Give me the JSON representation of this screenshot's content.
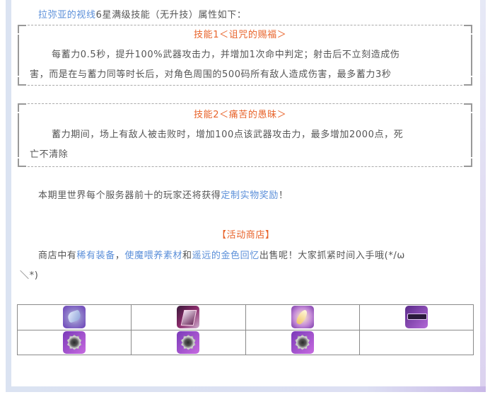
{
  "intro": {
    "character_link": "拉弥亚的视线",
    "text": "6星满级技能（无升技）属性如下："
  },
  "skill1": {
    "title": "技能1＜诅咒的赐福＞",
    "line1": "每蓄力0.5秒，提升100%武器攻击力，并增加1次命中判定；射击后不立刻造成伤",
    "line2": "害，而是在与蓄力同等时长后，对角色周围的500码所有敌人造成伤害，最多蓄力3秒"
  },
  "skill2": {
    "title": "技能2＜痛苦的愚昧＞",
    "line1": "蓄力期间，场上有敌人被击败时，增加100点该武器攻击力，最多增加2000点，死",
    "line2": "亡不清除"
  },
  "reward": {
    "text_before": "本期里世界每个服务器前十的玩家还将获得",
    "link": "定制实物奖励",
    "text_after": "！"
  },
  "shop": {
    "heading": "【活动商店】",
    "text_before": "商店中有",
    "link1": "稀有装备",
    "sep1": "，",
    "link2": "使魔喂养素材",
    "sep2": "和",
    "link3": "遥远的金色回忆",
    "text_after": "出售呢！大家抓紧时间入手哦(*/ω",
    "line2": "＼*)"
  },
  "items": {
    "row1": [
      "stone-crystal-icon",
      "spellbook-icon",
      "golden-feather-icon",
      "purple-gun-icon"
    ],
    "row2": [
      "silver-gear-icon",
      "silver-gear-icon",
      "silver-gear-icon"
    ]
  },
  "colors": {
    "link": "#5b8fd9",
    "accent": "#e8632a",
    "text": "#555555",
    "frame": "#dbe3f2"
  }
}
